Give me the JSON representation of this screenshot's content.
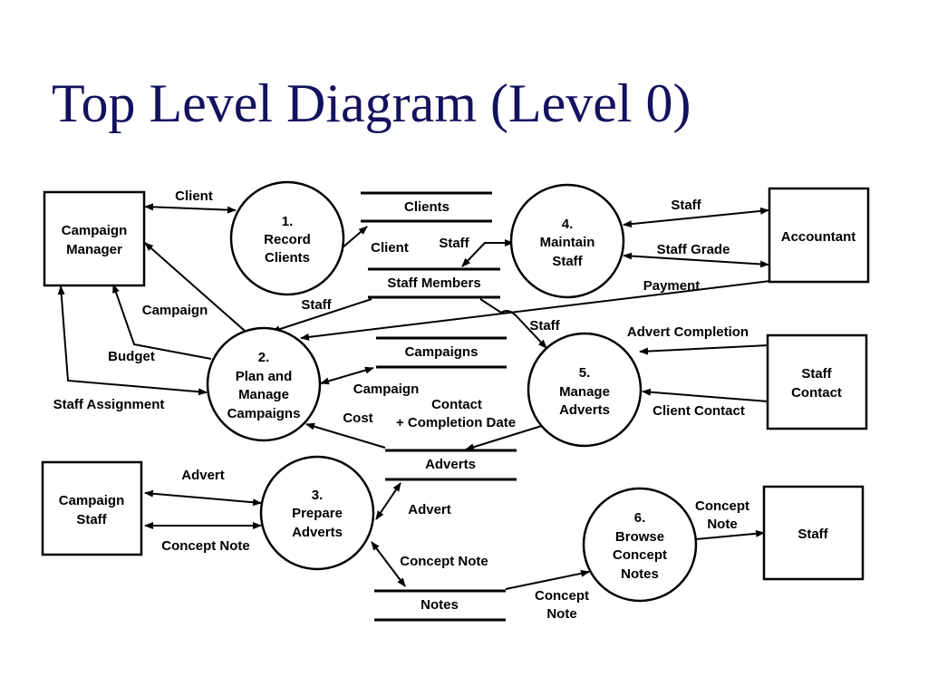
{
  "title": "Top Level Diagram (Level 0)",
  "colors": {
    "title": "#14125f",
    "ink": "#000000",
    "background": "#ffffff"
  },
  "entities": {
    "campaign_manager": [
      "Campaign",
      "Manager"
    ],
    "accountant": [
      "Accountant"
    ],
    "staff_contact": [
      "Staff",
      "Contact"
    ],
    "campaign_staff": [
      "Campaign",
      "Staff"
    ],
    "staff": [
      "Staff"
    ]
  },
  "processes": {
    "p1": [
      "1.",
      "Record",
      "Clients"
    ],
    "p2": [
      "2.",
      "Plan and",
      "Manage",
      "Campaigns"
    ],
    "p3": [
      "3.",
      "Prepare",
      "Adverts"
    ],
    "p4": [
      "4.",
      "Maintain",
      "Staff"
    ],
    "p5": [
      "5.",
      "Manage",
      "Adverts"
    ],
    "p6": [
      "6.",
      "Browse",
      "Concept",
      "Notes"
    ]
  },
  "stores": {
    "clients": "Clients",
    "staff_members": "Staff Members",
    "campaigns": "Campaigns",
    "adverts": "Adverts",
    "notes": "Notes"
  },
  "flows": {
    "client_cm_p1": "Client",
    "client_p1_store": "Client",
    "staff_store_p4": "Staff",
    "staff_p4_acc": "Staff",
    "staff_grade": "Staff Grade",
    "payment": "Payment",
    "campaign_cm_p2": "Campaign",
    "staff_sm_p2": "Staff",
    "budget": "Budget",
    "staff_assignment": "Staff Assignment",
    "staff_sm_p5": "Staff",
    "advert_completion": "Advert Completion",
    "client_contact": "Client Contact",
    "campaign_p2_store": "Campaign",
    "contact_p5": "Contact",
    "completion_date": "+ Completion Date",
    "cost": "Cost",
    "advert_cs_p3": "Advert",
    "concept_note_cs_p3": "Concept Note",
    "advert_p3_store": "Advert",
    "concept_note_p3_store": "Concept Note",
    "concept_note_p6_staff": [
      "Concept",
      "Note"
    ],
    "concept_note_notes_p6": [
      "Concept",
      "Note"
    ]
  }
}
